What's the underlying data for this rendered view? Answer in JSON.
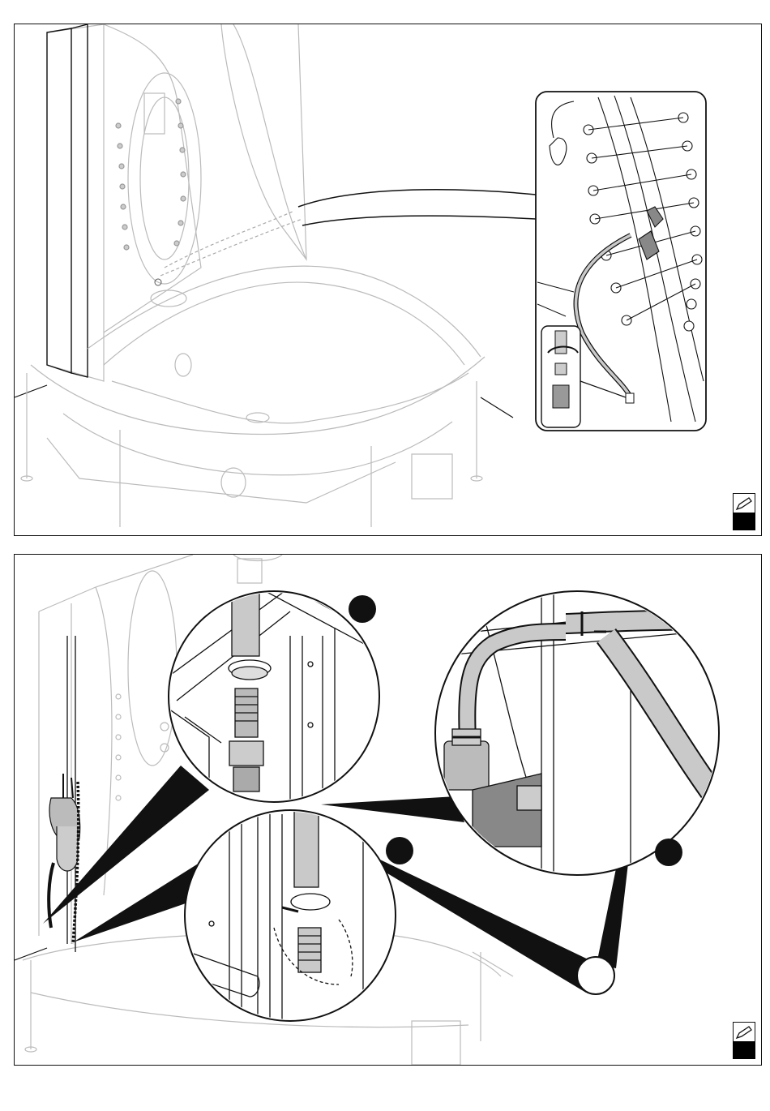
{
  "document": {
    "kind": "assembly-instruction-page",
    "panels": [
      {
        "id": "top",
        "illustration": "corner-bathtub-with-column-hose-connection",
        "icons": [
          "pencil-note-icon",
          "black-tab"
        ]
      },
      {
        "id": "bottom",
        "illustration": "corner-bathtub-drain-and-supply-connection",
        "icons": [
          "pencil-note-icon",
          "black-tab"
        ],
        "step_markers": 3,
        "callout_marker": 1
      }
    ]
  },
  "colors": {
    "line": "#111111",
    "faint": "#bdbdbd",
    "hose_fill": "#c9c9c9",
    "background": "#ffffff"
  }
}
